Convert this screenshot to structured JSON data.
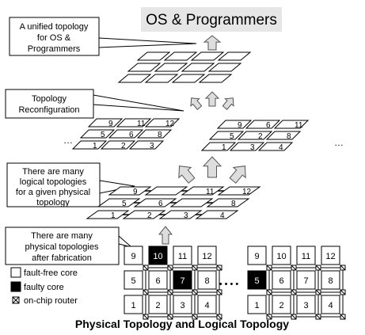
{
  "title_box": "OS & Programmers",
  "callouts": {
    "unified": [
      "A unified topology",
      "for OS &",
      "Programmers"
    ],
    "reconfig": [
      "Topology",
      "Reconfiguration"
    ],
    "logical": [
      "There are many",
      "logical topologies",
      "for a given physical",
      "topology"
    ],
    "physical": [
      "There are many",
      "physical topologies",
      "after fabrication"
    ]
  },
  "legend": {
    "fault_free": "fault-free core",
    "faulty": "faulty core",
    "router": "on-chip router"
  },
  "caption": "Physical Topology and Logical Topology",
  "ellipsis": "• • • •",
  "ellipsis_small": "…",
  "grids": {
    "left": {
      "rows": [
        [
          "9",
          "10",
          "11",
          "12"
        ],
        [
          "5",
          "6",
          "7",
          "8"
        ],
        [
          "1",
          "2",
          "3",
          "4"
        ]
      ],
      "faulty": [
        "10",
        "7"
      ]
    },
    "right": {
      "rows": [
        [
          "9",
          "10",
          "11",
          "12"
        ],
        [
          "5",
          "6",
          "7",
          "8"
        ],
        [
          "1",
          "2",
          "3",
          "4"
        ]
      ],
      "faulty": [
        "5"
      ]
    }
  },
  "logical_layers": {
    "left_labels": [
      "9",
      "11",
      "12",
      "5",
      "6",
      "8",
      "1",
      "2",
      "3"
    ],
    "right_labels": [
      "9",
      "6",
      "11",
      "5",
      "2",
      "8",
      "1",
      "3",
      "4"
    ],
    "middle_labels": [
      "9",
      "11",
      "12",
      "5",
      "6",
      "8",
      "1",
      "2",
      "3",
      "4"
    ]
  },
  "colors": {
    "faulty": "#000000",
    "title_bg": "#e6e6e6",
    "arrow_fill": "#dddddd"
  }
}
